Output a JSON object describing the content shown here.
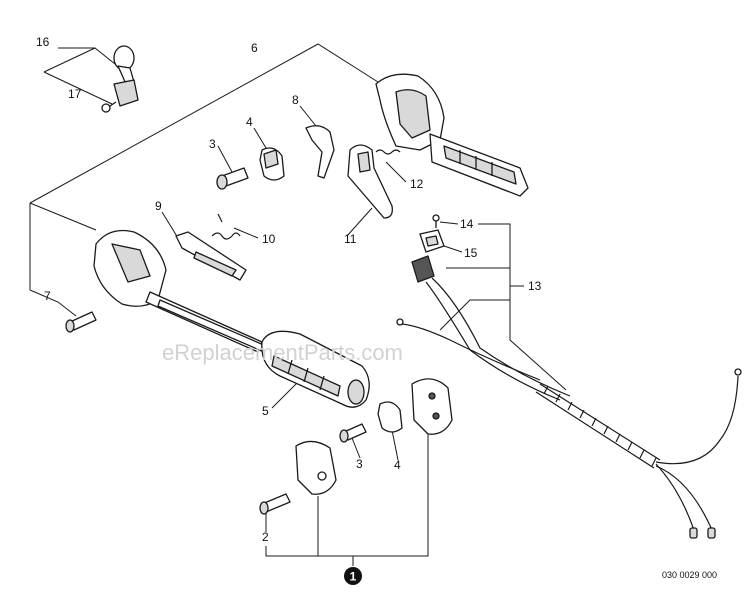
{
  "watermark": "eReplacementParts.com",
  "diagram_code": "030 0029 000",
  "callouts": {
    "c1": "1",
    "c2": "2",
    "c3a": "3",
    "c3b": "3",
    "c4a": "4",
    "c4b": "4",
    "c5": "5",
    "c6": "6",
    "c7": "7",
    "c8": "8",
    "c9": "9",
    "c10": "10",
    "c11": "11",
    "c12": "12",
    "c13": "13",
    "c14": "14",
    "c15": "15",
    "c16": "16",
    "c17": "17"
  },
  "colors": {
    "line": "#1a1a1a",
    "watermark": "#d2d2d2",
    "badge": "#111111"
  }
}
